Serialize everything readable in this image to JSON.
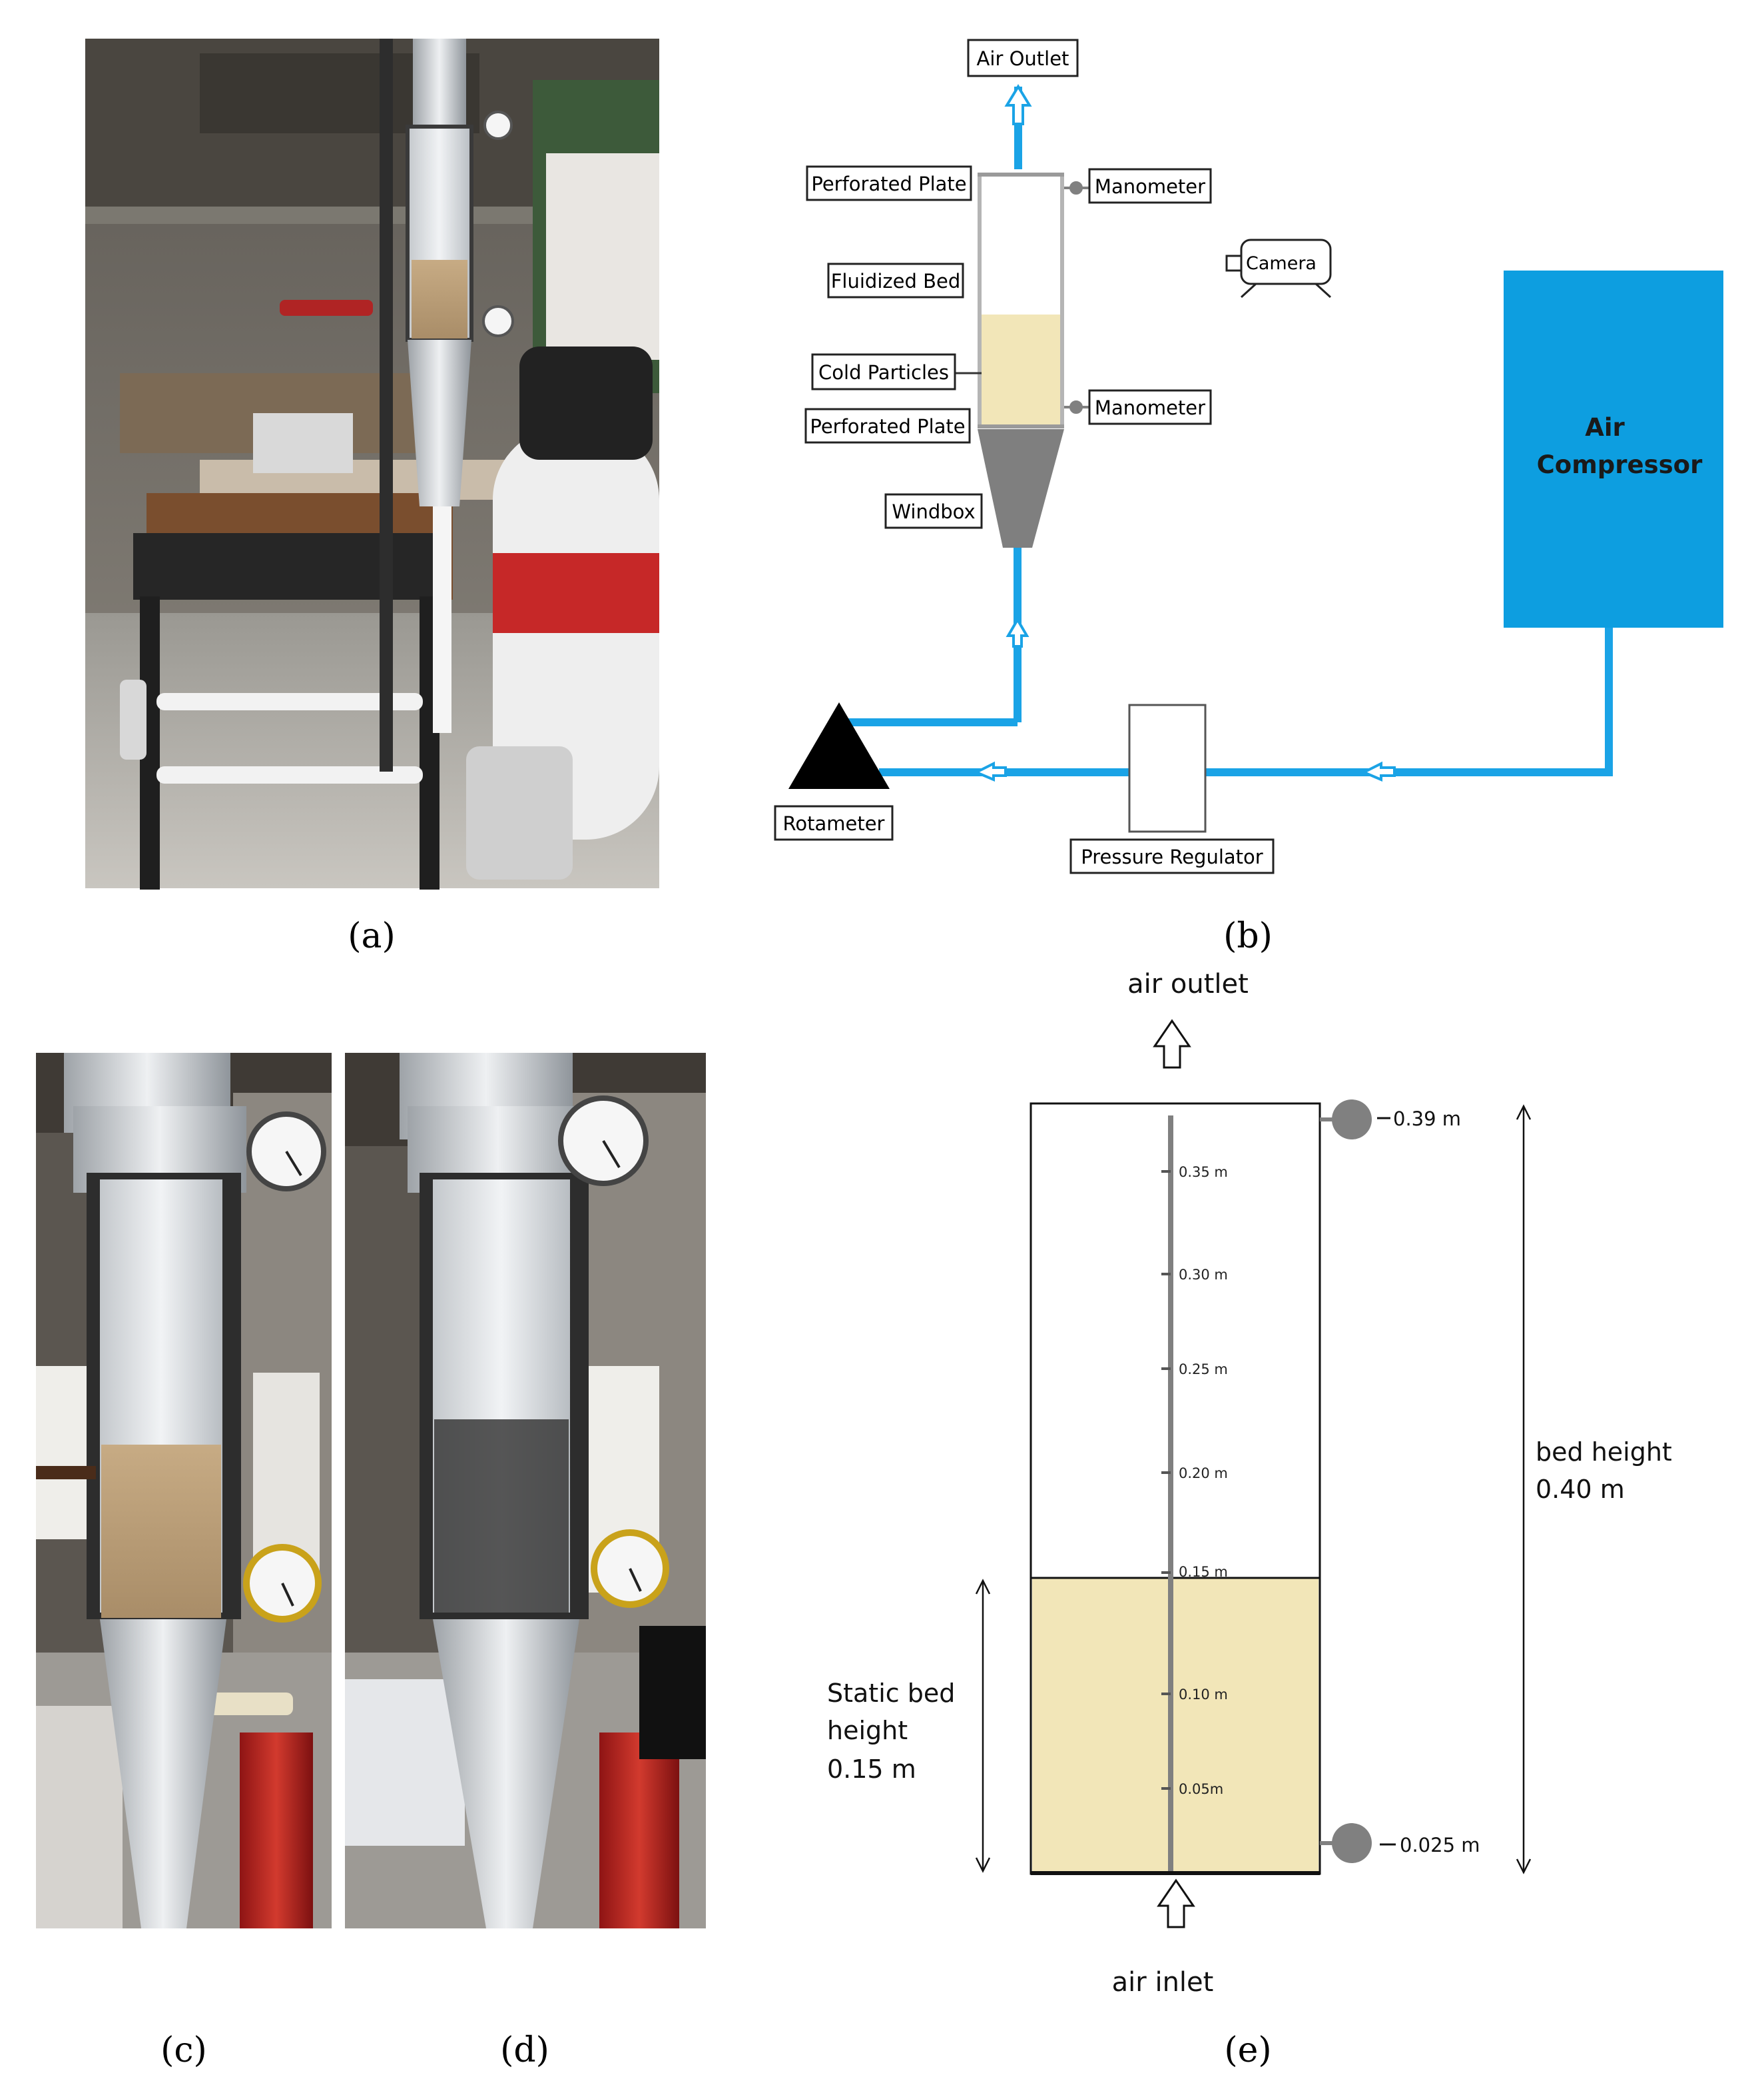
{
  "captions": {
    "a": "(a)",
    "b": "(b)",
    "c": "(c)",
    "d": "(d)",
    "e": "(e)"
  },
  "schematic": {
    "air_outlet": "Air Outlet",
    "perforated_plate_top": "Perforated Plate",
    "manometer_top": "Manometer",
    "camera": "Camera",
    "fluidized_bed": "Fluidized Bed",
    "cold_particles": "Cold Particles",
    "manometer_bottom": "Manometer",
    "perforated_plate_bottom": "Perforated Plate",
    "windbox": "Windbox",
    "air_compressor_line1": "Air",
    "air_compressor_line2": "Compressor",
    "rotameter": "Rotameter",
    "pressure_regulator": "Pressure Regulator"
  },
  "bed_diagram": {
    "air_outlet": "air outlet",
    "air_inlet": "air inlet",
    "top_probe": "0.39 m",
    "bottom_probe": "0.025 m",
    "bed_height_line1": "bed height",
    "bed_height_line2": "0.40 m",
    "static_line1": "Static bed",
    "static_line2": "height",
    "static_line3": "0.15 m",
    "ticks": [
      "0.35 m",
      "0.30 m",
      "0.25 m",
      "0.20 m",
      "0.15 m",
      "0.10 m",
      "0.05m"
    ]
  },
  "colors": {
    "pipe": "#1aa3e6",
    "compressor": "#0d9ee0",
    "particles": "#f2e6b8",
    "windbox": "#7f7f7f",
    "gauge": "#808080"
  }
}
